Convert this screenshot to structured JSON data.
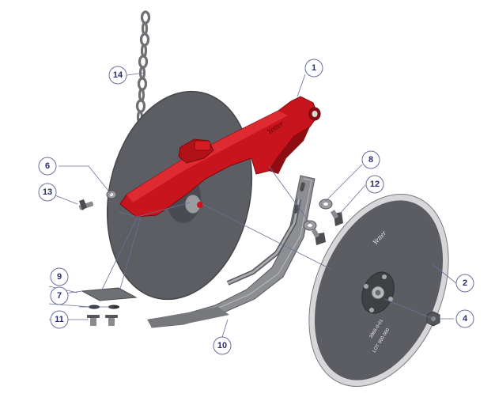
{
  "diagram": {
    "parts": [
      {
        "id": "1",
        "label": "1"
      },
      {
        "id": "2",
        "label": "2"
      },
      {
        "id": "4",
        "label": "4"
      },
      {
        "id": "6",
        "label": "6"
      },
      {
        "id": "7",
        "label": "7"
      },
      {
        "id": "8",
        "label": "8"
      },
      {
        "id": "9",
        "label": "9"
      },
      {
        "id": "10",
        "label": "10"
      },
      {
        "id": "11",
        "label": "11"
      },
      {
        "id": "12",
        "label": "12"
      },
      {
        "id": "13",
        "label": "13"
      },
      {
        "id": "14",
        "label": "14"
      }
    ],
    "colors": {
      "frame": "#c8141c",
      "frame_dark": "#8e0d12",
      "disc": "#5c5d62",
      "disc_rim": "#d8d8da",
      "shank": "#8a8b8f",
      "chain": "#7b7c80",
      "callout": "#2a2e6e"
    }
  }
}
